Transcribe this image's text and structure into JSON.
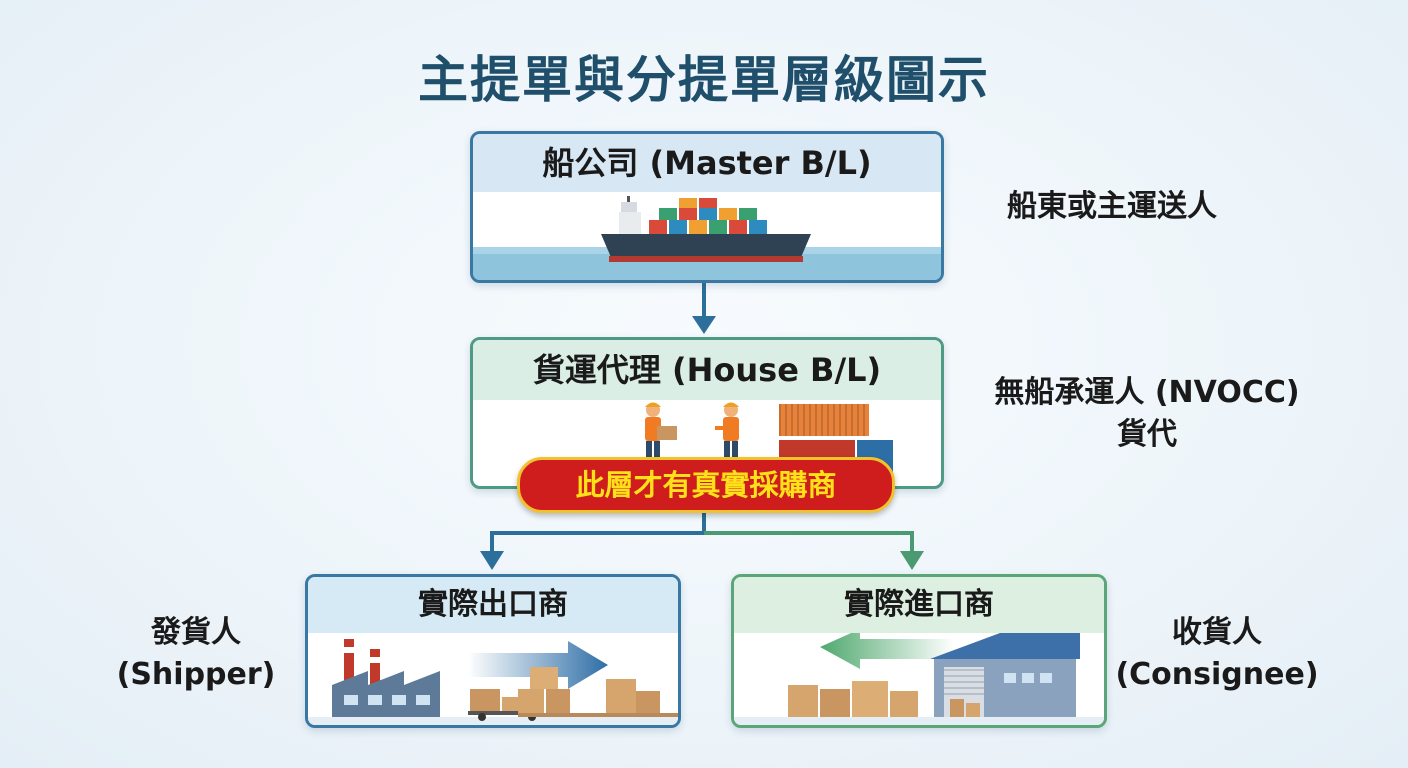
{
  "title": "主提單與分提單層級圖示",
  "nodes": {
    "master": {
      "label": "船公司 (Master B/L)",
      "side_label": "船東或主運送人"
    },
    "house": {
      "label": "貨運代理 (House B/L)",
      "side_line1": "無船承運人 (NVOCC)",
      "side_line2": "貨代",
      "badge": "此層才有真實採購商"
    },
    "exporter": {
      "label": "實際出口商",
      "side_line1": "發貨人",
      "side_line2": "(Shipper)"
    },
    "importer": {
      "label": "實際進口商",
      "side_line1": "收貨人",
      "side_line2": "(Consignee)"
    }
  },
  "colors": {
    "title": "#1f4f6a",
    "blue_accent": "#3a78a4",
    "green_accent": "#4e9a84",
    "badge_bg": "#cf1d1d",
    "badge_text": "#ffe11a"
  },
  "icons": [
    "container-ship-icon",
    "workers-icon",
    "container-stack-icon",
    "factory-icon",
    "truck-icon",
    "warehouse-icon",
    "cargo-boxes-icon",
    "arrow-right-icon",
    "arrow-left-icon"
  ]
}
